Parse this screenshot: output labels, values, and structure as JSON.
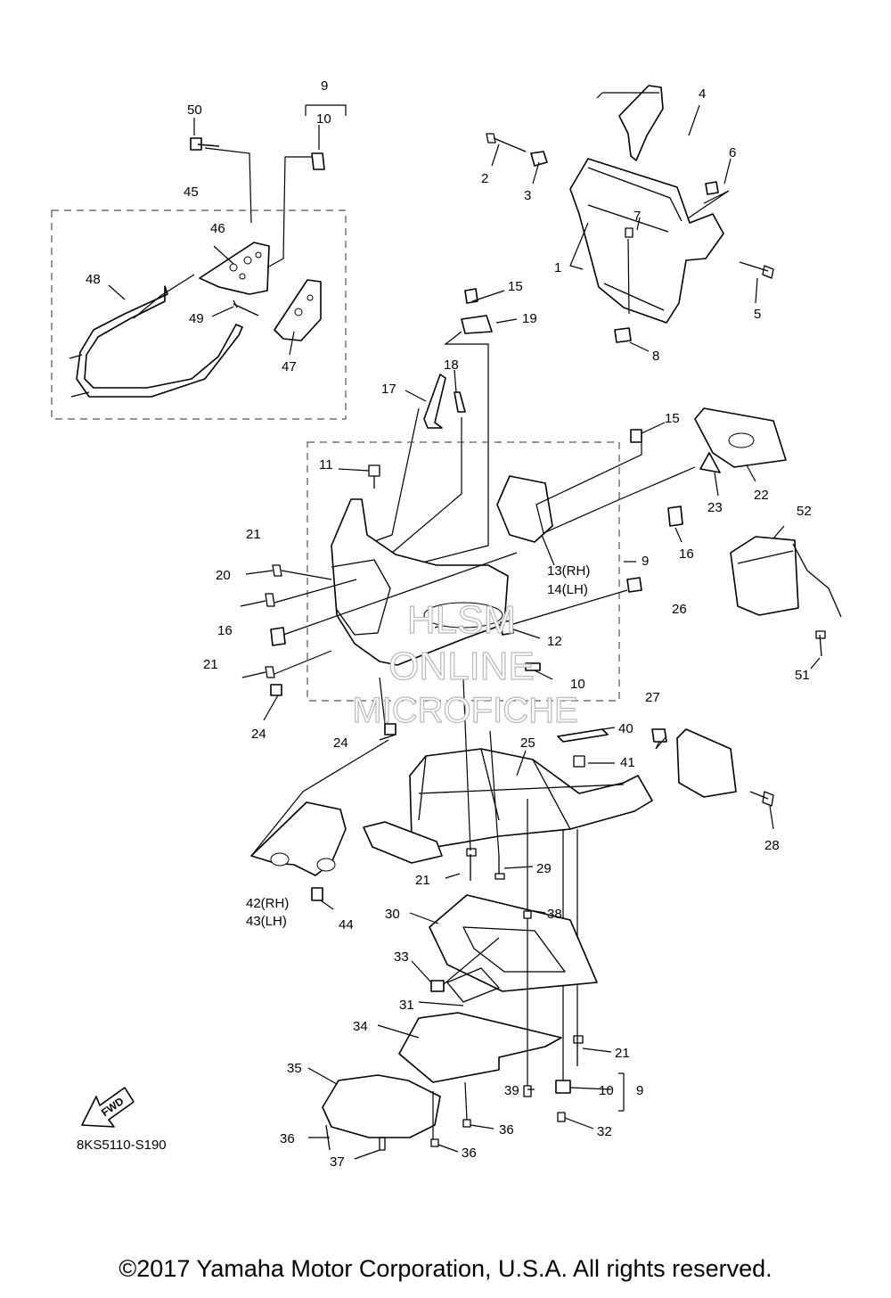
{
  "diagram_code": "8KS5110-S190",
  "fwd_label": "FWD",
  "watermark": [
    "HLSM",
    "ONLINE",
    "MICROFICHE"
  ],
  "copyright": "©2017 Yamaha Motor Corporation, U.S.A. All rights reserved.",
  "callouts": {
    "c1": "1",
    "c2": "2",
    "c3": "3",
    "c4": "4",
    "c5": "5",
    "c6": "6",
    "c7": "7",
    "c8": "8",
    "c9a": "9",
    "c9b": "9",
    "c9c": "9",
    "c10a": "10",
    "c10b": "10",
    "c10c": "10",
    "c11": "11",
    "c12": "12",
    "c13": "13(RH)",
    "c14": "14(LH)",
    "c15a": "15",
    "c15b": "15",
    "c16a": "16",
    "c16b": "16",
    "c17": "17",
    "c18": "18",
    "c19": "19",
    "c20": "20",
    "c21a": "21",
    "c21b": "21",
    "c21c": "21",
    "c21d": "21",
    "c22": "22",
    "c23": "23",
    "c24a": "24",
    "c24b": "24",
    "c25": "25",
    "c26": "26",
    "c27": "27",
    "c28": "28",
    "c29": "29",
    "c30": "30",
    "c31": "31",
    "c32": "32",
    "c33": "33",
    "c34": "34",
    "c35": "35",
    "c36a": "36",
    "c36b": "36",
    "c36c": "36",
    "c37": "37",
    "c38": "38",
    "c39": "39",
    "c40": "40",
    "c41": "41",
    "c42": "42(RH)",
    "c43": "43(LH)",
    "c44": "44",
    "c45": "45",
    "c46": "46",
    "c47": "47",
    "c48": "48",
    "c49": "49",
    "c50": "50",
    "c51": "51",
    "c52": "52"
  }
}
